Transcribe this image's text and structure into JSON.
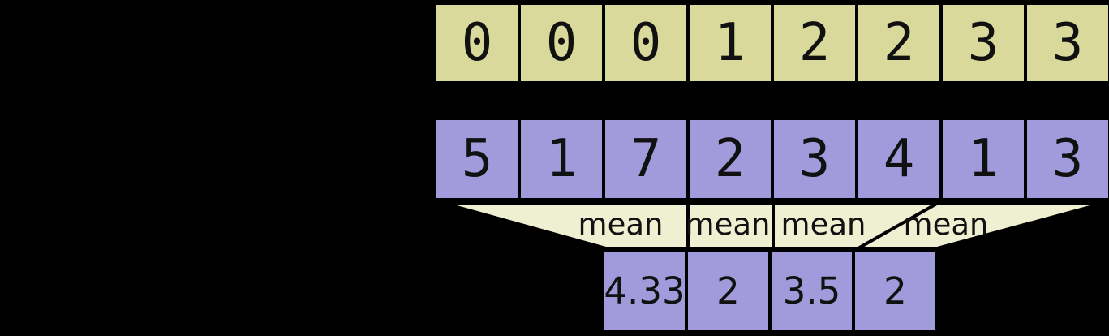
{
  "segment_ids_row": {
    "cells": [
      "0",
      "0",
      "0",
      "1",
      "2",
      "2",
      "3",
      "3"
    ]
  },
  "data_row": {
    "cells": [
      "5",
      "1",
      "7",
      "2",
      "3",
      "4",
      "1",
      "3"
    ]
  },
  "mean_band": {
    "labels": [
      "mean",
      "mean",
      "mean",
      "mean"
    ]
  },
  "result_row": {
    "cells": [
      "4.33",
      "2",
      "3.5",
      "2"
    ]
  },
  "colors": {
    "background": "#000000",
    "segment_cell": "#d9d99c",
    "data_cell": "#a29bdb",
    "band": "#efefd2",
    "border": "#000000",
    "text": "#111111"
  }
}
